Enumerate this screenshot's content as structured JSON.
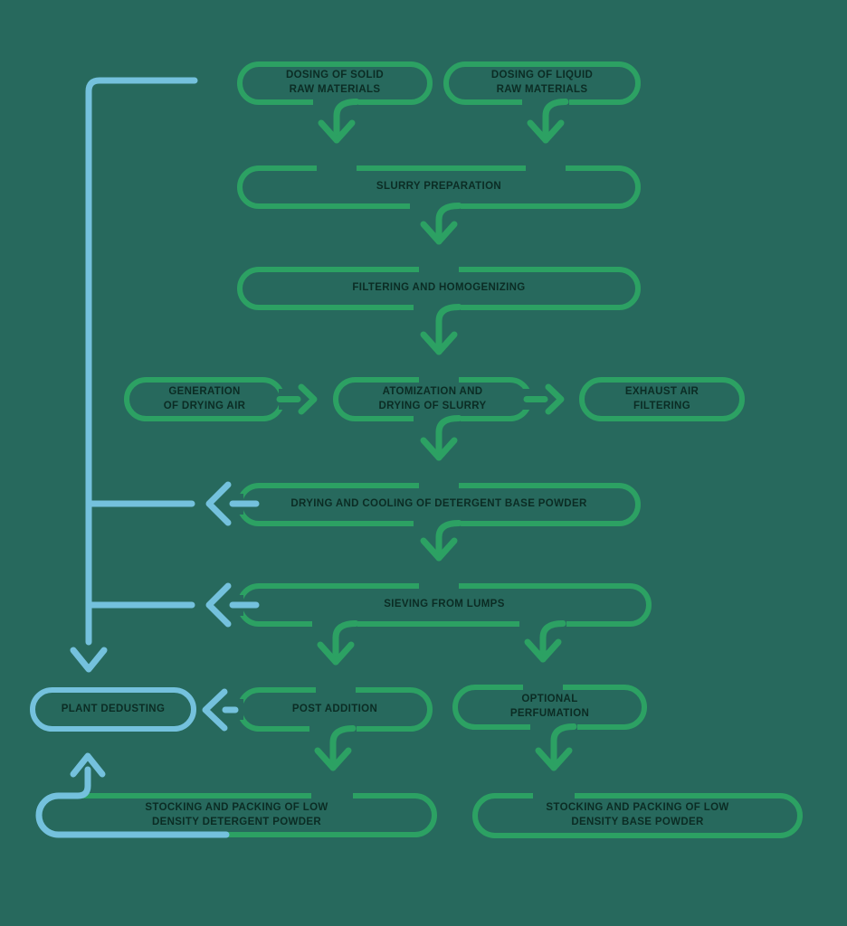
{
  "diagram": {
    "type": "flowchart",
    "colors": {
      "background": "#27695D",
      "process_green": "#2CA163",
      "dedusting_blue": "#74C1DD",
      "label_ink": "#0B2C24"
    },
    "nodes": {
      "dosing_solid": {
        "label": "DOSING OF SOLID\nRAW MATERIALS"
      },
      "dosing_liquid": {
        "label": "DOSING OF LIQUID\nRAW MATERIALS"
      },
      "slurry_preparation": {
        "label": "SLURRY PREPARATION"
      },
      "filtering_homogenizing": {
        "label": "FILTERING AND HOMOGENIZING"
      },
      "generation_drying_air": {
        "label": "GENERATION\nOF DRYING AIR"
      },
      "atomization_drying_slurry": {
        "label": "ATOMIZATION AND\nDRYING OF SLURRY"
      },
      "exhaust_air_filtering": {
        "label": "EXHAUST AIR\nFILTERING"
      },
      "drying_cooling_base_powder": {
        "label": "DRYING AND COOLING OF DETERGENT BASE POWDER"
      },
      "sieving_from_lumps": {
        "label": "SIEVING FROM LUMPS"
      },
      "plant_dedusting": {
        "label": "PLANT DEDUSTING"
      },
      "post_addition": {
        "label": "POST ADDITION"
      },
      "optional_perfumation": {
        "label": "OPTIONAL\nPERFUMATION"
      },
      "stocking_packing_detergent": {
        "label": "STOCKING AND PACKING OF LOW\nDENSITY DETERGENT POWDER"
      },
      "stocking_packing_base": {
        "label": "STOCKING AND PACKING OF LOW\nDENSITY BASE POWDER"
      }
    },
    "edges": [
      {
        "from": "dosing_solid",
        "to": "slurry_preparation",
        "color": "green"
      },
      {
        "from": "dosing_liquid",
        "to": "slurry_preparation",
        "color": "green"
      },
      {
        "from": "slurry_preparation",
        "to": "filtering_homogenizing",
        "color": "green"
      },
      {
        "from": "filtering_homogenizing",
        "to": "atomization_drying_slurry",
        "color": "green"
      },
      {
        "from": "generation_drying_air",
        "to": "atomization_drying_slurry",
        "color": "green"
      },
      {
        "from": "atomization_drying_slurry",
        "to": "exhaust_air_filtering",
        "color": "green"
      },
      {
        "from": "atomization_drying_slurry",
        "to": "drying_cooling_base_powder",
        "color": "green"
      },
      {
        "from": "drying_cooling_base_powder",
        "to": "sieving_from_lumps",
        "color": "green"
      },
      {
        "from": "sieving_from_lumps",
        "to": "post_addition",
        "color": "green"
      },
      {
        "from": "sieving_from_lumps",
        "to": "optional_perfumation",
        "color": "green"
      },
      {
        "from": "post_addition",
        "to": "stocking_packing_detergent",
        "color": "green"
      },
      {
        "from": "optional_perfumation",
        "to": "stocking_packing_base",
        "color": "green"
      },
      {
        "from": "dosing_solid",
        "to": "plant_dedusting",
        "color": "blue"
      },
      {
        "from": "drying_cooling_base_powder",
        "to": "plant_dedusting",
        "color": "blue"
      },
      {
        "from": "sieving_from_lumps",
        "to": "plant_dedusting",
        "color": "blue"
      },
      {
        "from": "post_addition",
        "to": "plant_dedusting",
        "color": "blue"
      },
      {
        "from": "stocking_packing_detergent",
        "to": "plant_dedusting",
        "color": "blue"
      }
    ]
  }
}
